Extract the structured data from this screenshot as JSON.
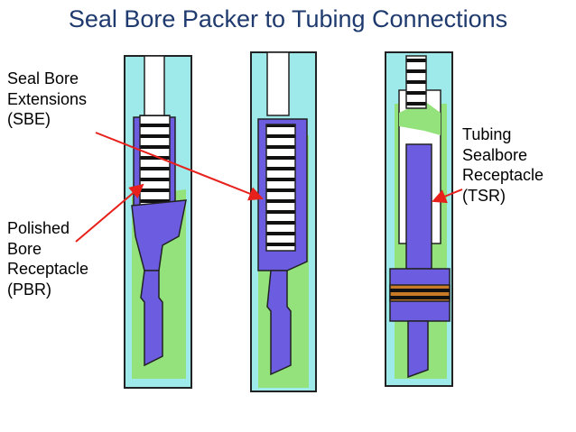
{
  "title": "Seal Bore Packer to Tubing Connections",
  "labels": {
    "sbe": "Seal Bore\nExtensions\n(SBE)",
    "pbr": "Polished\nBore\nReceptacle\n(PBR)",
    "tsr": "Tubing\nSealbore\nReceptacle\n(TSR)"
  },
  "colors": {
    "casing": "#9ee9ea",
    "fluid": "#93e27c",
    "packer": "#6c5ce0",
    "outline": "#222222",
    "arrow": "#e8201b",
    "element_band": "#c97a26"
  }
}
